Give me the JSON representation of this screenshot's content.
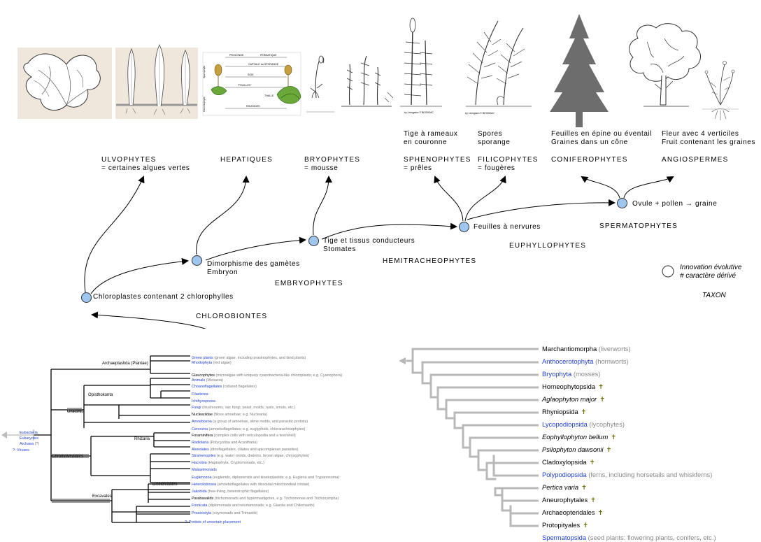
{
  "taxa": {
    "ulvophytes": {
      "name": "ULVOPHYTES",
      "desc": "= certaines algues vertes"
    },
    "hepatiques": {
      "name": "HEPATIQUES"
    },
    "bryophytes": {
      "name": "BRYOPHYTES",
      "desc": "= mousse"
    },
    "sphenophytes": {
      "name": "SPHENOPHYTES",
      "desc": "= prêles",
      "char1": "Tige à rameaux",
      "char2": "en couronne"
    },
    "filicophytes": {
      "name": "FILICOPHYTES",
      "desc": "= fougères",
      "char1": "Spores",
      "char2": "sporange"
    },
    "coniferophytes": {
      "name": "CONIFEROPHYTES",
      "char1": "Feuilles en épine ou éventail",
      "char2": "Graines dans un cône"
    },
    "angiospermes": {
      "name": "ANGIOSPERMES",
      "char1": "Fleur avec 4 verticiles",
      "char2": "Fruit contenant les graines"
    }
  },
  "innovations": {
    "chloroplastes": "Chloroplastes contenant 2 chlorophylles",
    "dimorphisme1": "Dimorphisme des gamètes",
    "dimorphisme2": "Embryon",
    "tige1": "Tige et tissus conducteurs",
    "tige2": "Stomates",
    "feuilles": "Feuilles à nervures",
    "ovule": "Ovule + pollen → graine"
  },
  "groups": {
    "chlorobiontes": "CHLOROBIONTES",
    "embryophytes": "EMBRYOPHYTES",
    "hemitracheophytes": "HEMITRACHEOPHYTES",
    "euphyllophytes": "EUPHYLLOPHYTES",
    "spermatophytes": "SPERMATOPHYTES"
  },
  "legend": {
    "line1": "Innovation évolutive",
    "line2": "# caractère dérivé",
    "taxon": "TAXON"
  },
  "illustrations": {
    "credit1": "by Livingston © BIODIDAC",
    "credit2": "by Livingston © BIODIDAC",
    "liverwort": {
      "l1": "PROLONGE",
      "l2": "PERMATIQUE",
      "l3": "CAPSULE du SPORANGE",
      "l4": "SOIE",
      "l5": "\"FEUILLES\"",
      "l6": "THALLE",
      "l7": "RHIZOIDES",
      "side1": "Sporophyte",
      "side2": "Gametophyte"
    }
  },
  "euk_tree": {
    "roots": [
      {
        "name": "Eubacteria",
        "color": "blue"
      },
      {
        "name": "Eukaryotes",
        "color": "blue"
      },
      {
        "name": "Archaea",
        "color": "blue",
        "suffix": "(?)"
      },
      {
        "name": "?: Viruses",
        "color": "blue"
      }
    ],
    "clades": [
      "Archaeplastida (Plantae)",
      "Opisthokonta",
      "Unikonts",
      "Rhizaria",
      "Chromalveolates",
      "Discicristates",
      "Excavates"
    ],
    "leaves": [
      {
        "name": "Green plants",
        "desc": "(green algae, including prasinophytes, and land plants)",
        "blue": true
      },
      {
        "name": "Rhodophyta",
        "desc": "(red algae)",
        "blue": true
      },
      {
        "name": "Glaucophytes",
        "desc": "(microalgae with uniquely cyanobacteria-like chloroplasts; e.g. Cyanophora)",
        "blue": false
      },
      {
        "name": "Animals",
        "desc": "(Metazoa)",
        "blue": true
      },
      {
        "name": "Choanoflagellates",
        "desc": "(collared flagellates)",
        "blue": true
      },
      {
        "name": "Filasterea",
        "desc": "",
        "blue": true
      },
      {
        "name": "Ichthyosporea",
        "desc": "",
        "blue": true
      },
      {
        "name": "Fungi",
        "desc": "(mushrooms, sac fungi, yeast, molds, rusts, smuts, etc.)",
        "blue": true
      },
      {
        "name": "Nucleariidae",
        "desc": "(filose amoebae; e.g. Nuclearia)",
        "blue": false
      },
      {
        "name": "Amoebozoa",
        "desc": "(a group of amoebae, slime molds, and parasitic protists)",
        "blue": true
      },
      {
        "name": "Cercozoa",
        "desc": "(amoeboflagellates; e.g. euglyphids, chlorarachniophytes)",
        "blue": true
      },
      {
        "name": "Foraminifera",
        "desc": "(complex cells with reticulopodia and a test/shell)",
        "blue": false
      },
      {
        "name": "Radiolaria",
        "desc": "(Polycystina and Acantharia)",
        "blue": true
      },
      {
        "name": "Alveolates",
        "desc": "(dinoflagellates, ciliates and apicomplexan parasites)",
        "blue": true
      },
      {
        "name": "Stramenopiles",
        "desc": "(e.g. water molds, diatoms, brown algae, chrysophytes)",
        "blue": true
      },
      {
        "name": "Hacrobia",
        "desc": "(Haptophyta, Cryptomonads, etc.)",
        "blue": true
      },
      {
        "name": "Malawimonads",
        "desc": "",
        "blue": true
      },
      {
        "name": "Euglenozoa",
        "desc": "(euglenids, diplonemids and kinetoplastids; e.g. Euglena and Trypanosoma)",
        "blue": true
      },
      {
        "name": "Heterolobosea",
        "desc": "(amoeboflagellates with discoidal mitochondrial cristae)",
        "blue": true
      },
      {
        "name": "Jakobida",
        "desc": "(free-living, heterotrophic flagellates)",
        "blue": true
      },
      {
        "name": "Parabasalids",
        "desc": "(trichomonads and hypermastigotes, e.g. Trichomonas and Trichonympha)",
        "blue": false
      },
      {
        "name": "Fornicata",
        "desc": "(diplomonads and retortamonads; e.g. Giardia and Chilomastix)",
        "blue": true
      },
      {
        "name": "Preaxostyla",
        "desc": "(oxymonads and Trimastix)",
        "blue": true
      },
      {
        "name": "?: Protists of uncertain placement",
        "desc": "",
        "blue": true
      }
    ]
  },
  "plant_tree": {
    "rows": [
      {
        "name": "Marchantiomorpha",
        "note": "(liverworts)",
        "style": "black",
        "extinct": false
      },
      {
        "name": "Anthocerotophyta",
        "note": "(hornworts)",
        "style": "blue",
        "extinct": false
      },
      {
        "name": "Bryophyta",
        "note": "(mosses)",
        "style": "blue",
        "extinct": false
      },
      {
        "name": "Horneophytopsida",
        "note": "",
        "style": "black",
        "extinct": true
      },
      {
        "name": "Aglaophyton major",
        "note": "",
        "style": "italic",
        "extinct": true
      },
      {
        "name": "Rhyniopsida",
        "note": "",
        "style": "black",
        "extinct": true
      },
      {
        "name": "Lycopodiopsida",
        "note": "(lycophytes)",
        "style": "blue",
        "extinct": false
      },
      {
        "name": "Eophyllophyton bellum",
        "note": "",
        "style": "italic",
        "extinct": true
      },
      {
        "name": "Psilophyton dawsonii",
        "note": "",
        "style": "italic",
        "extinct": true
      },
      {
        "name": "Cladoxylopsida",
        "note": "",
        "style": "black",
        "extinct": true
      },
      {
        "name": "Polypodiopsida",
        "note": "(ferns, including horsetails and whiskferns)",
        "style": "blue",
        "extinct": false
      },
      {
        "name": "Pertica varia",
        "note": "",
        "style": "italic",
        "extinct": true
      },
      {
        "name": "Aneurophytales",
        "note": "",
        "style": "black",
        "extinct": true
      },
      {
        "name": "Archaeopteridales",
        "note": "",
        "style": "black",
        "extinct": true
      },
      {
        "name": "Protopityales",
        "note": "",
        "style": "black",
        "extinct": true
      },
      {
        "name": "Spermatopsida",
        "note": "(seed plants: flowering plants, conifers, etc.)",
        "style": "blue",
        "extinct": false
      }
    ],
    "dagger": "✝"
  },
  "colors": {
    "node": "#9fc6ee",
    "blue_text": "#1f3fd0",
    "gray_tree": "#b8b8b8"
  }
}
